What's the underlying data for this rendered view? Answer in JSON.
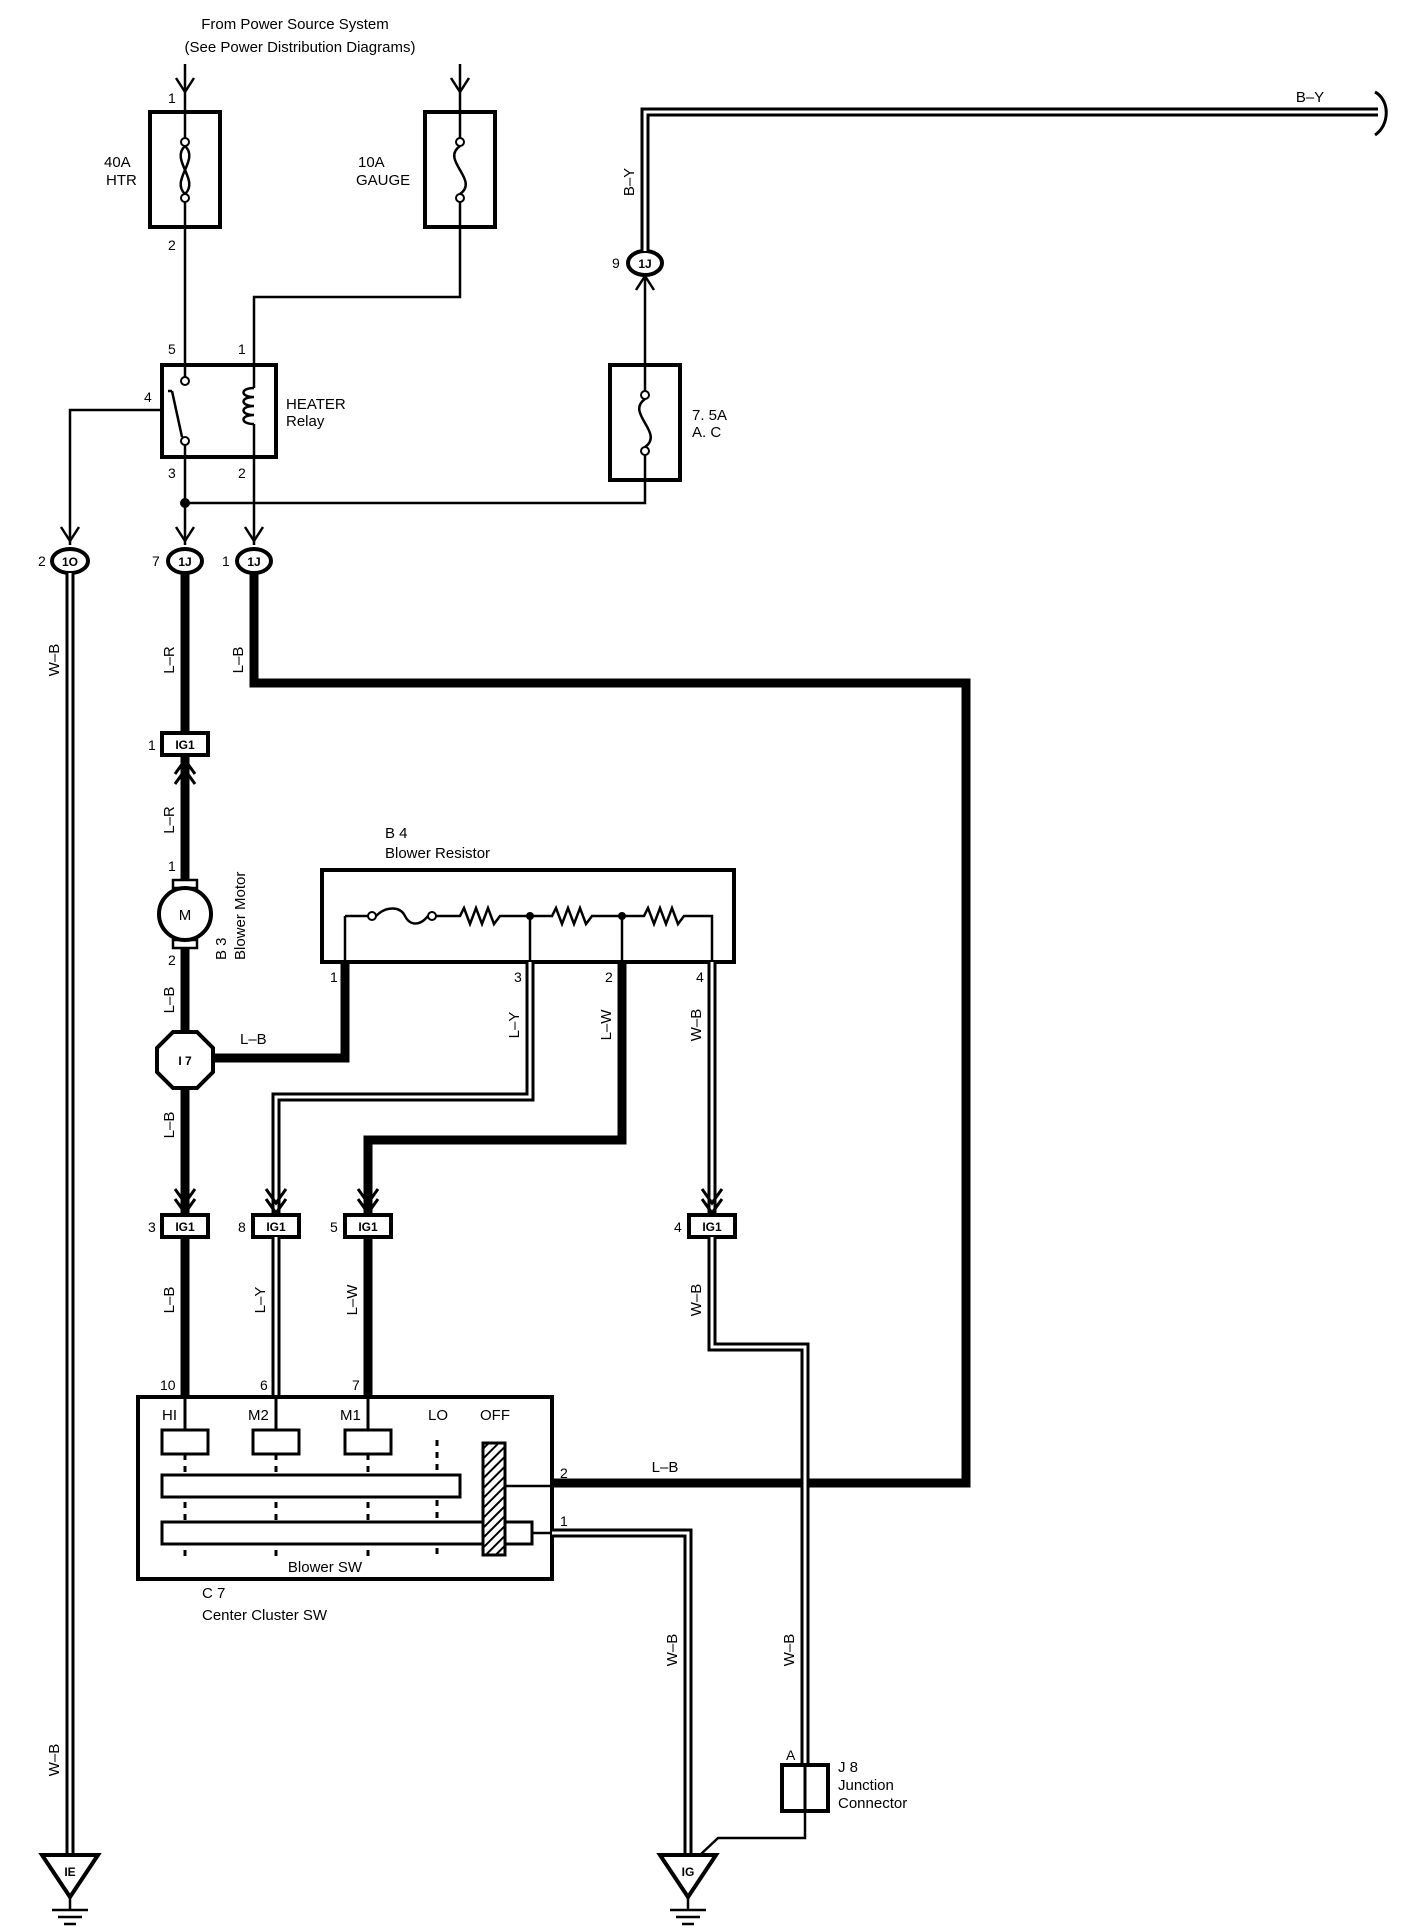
{
  "header": {
    "line1": "From Power Source System",
    "line2": "(See Power Distribution Diagrams)"
  },
  "fuses": {
    "htr": {
      "amp": "40A",
      "name": "HTR"
    },
    "gauge": {
      "amp": "10A",
      "name": "GAUGE"
    },
    "ac": {
      "amp": "7. 5A",
      "name": "A. C"
    }
  },
  "relay": {
    "line1": "HEATER",
    "line2": "Relay"
  },
  "connectors": {
    "c1O": "1O",
    "c1J": "1J",
    "cIG1": "IG1",
    "cI7": "I 7",
    "gIE": "IE",
    "gIG": "IG"
  },
  "pins": {
    "p1": "1",
    "p2": "2",
    "p3": "3",
    "p4": "4",
    "p5": "5",
    "p6": "6",
    "p7": "7",
    "p8": "8",
    "p9": "9",
    "p10": "10",
    "pA": "A"
  },
  "wires": {
    "by": "B–Y",
    "wb": "W–B",
    "lr": "L–R",
    "lb": "L–B",
    "ly": "L–Y",
    "lw": "L–W"
  },
  "components": {
    "motor_code": "B 3",
    "motor_name": "Blower Motor",
    "motor_symbol": "M",
    "resistor_code": "B 4",
    "resistor_name": "Blower Resistor",
    "switch_code": "C 7",
    "switch_name": "Center Cluster SW",
    "switch_inner": "Blower SW",
    "junction_code": "J 8",
    "junction_line1": "Junction",
    "junction_line2": "Connector"
  },
  "switch_positions": [
    "HI",
    "M2",
    "M1",
    "LO",
    "OFF"
  ]
}
